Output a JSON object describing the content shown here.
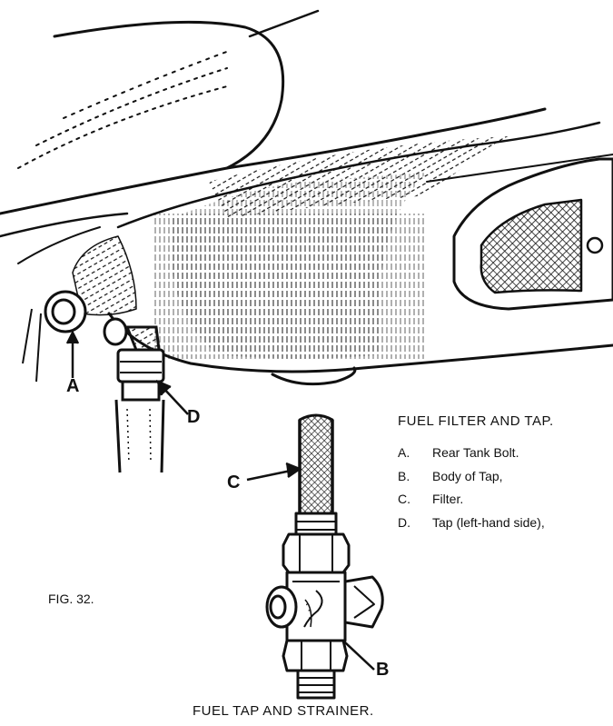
{
  "callouts": {
    "a": "A",
    "b": "B",
    "c": "C",
    "d": "D"
  },
  "legend": {
    "title": "FUEL FILTER AND TAP.",
    "items": [
      {
        "key": "A.",
        "text": "Rear Tank Bolt."
      },
      {
        "key": "B.",
        "text": "Body of Tap,"
      },
      {
        "key": "C.",
        "text": "Filter."
      },
      {
        "key": "D.",
        "text": "Tap (left-hand side),"
      }
    ]
  },
  "figure_label": "FIG. 32.",
  "caption": "FUEL TAP AND STRAINER."
}
